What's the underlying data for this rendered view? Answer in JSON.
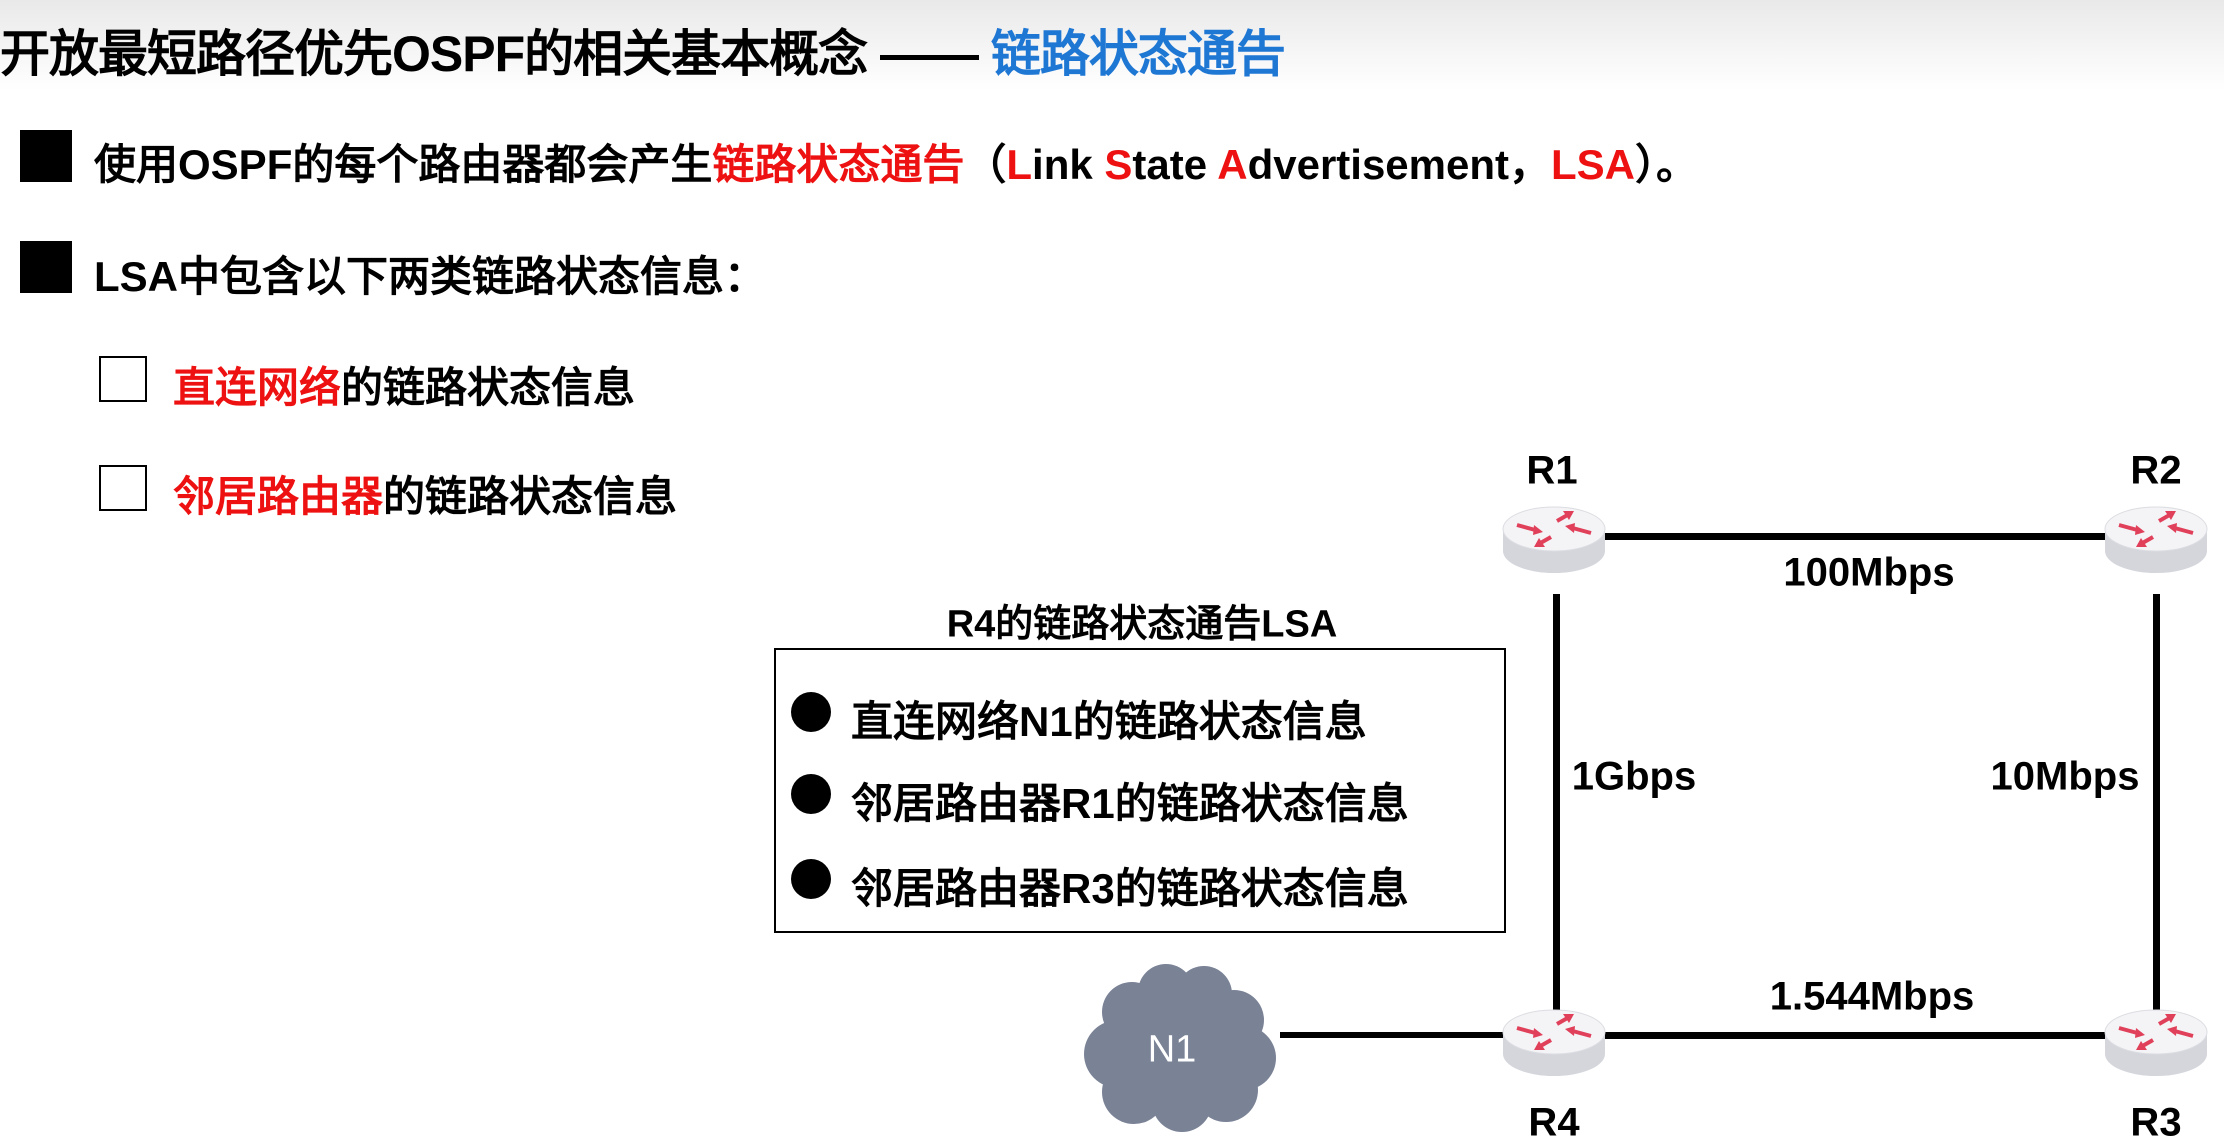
{
  "title": {
    "main": "开放最短路径优先OSPF的相关基本概念 —— ",
    "accent": "链路状态通告"
  },
  "bullets": [
    {
      "pre": "使用OSPF的每个路由器都会产生",
      "highlight": "链路状态通告",
      "paren_open": "（",
      "L": "L",
      "ink": "ink ",
      "S": "S",
      "tate": "tate ",
      "A": "A",
      "dvert": "dvertisement，",
      "lsa": "LSA",
      "paren_close": "）。"
    },
    {
      "text": "LSA中包含以下两类链路状态信息："
    }
  ],
  "sub_items": [
    {
      "highlight": "直连网络",
      "rest": "的链路状态信息"
    },
    {
      "highlight": "邻居路由器",
      "rest": "的链路状态信息"
    }
  ],
  "lsa_box": {
    "title": "R4的链路状态通告LSA",
    "items": [
      "直连网络N1的链路状态信息",
      "邻居路由器R1的链路状态信息",
      "邻居路由器R3的链路状态信息"
    ]
  },
  "network": {
    "routers": [
      "R1",
      "R2",
      "R3",
      "R4"
    ],
    "cloud": "N1",
    "links": {
      "r1_r2": "100Mbps",
      "r1_r4": "1Gbps",
      "r2_r3": "10Mbps",
      "r4_r3": "1.544Mbps"
    }
  },
  "colors": {
    "accent": "#1f77d4",
    "highlight": "#ee1111",
    "cloud": "#7a8296",
    "router_arrows": "#e0405a"
  }
}
